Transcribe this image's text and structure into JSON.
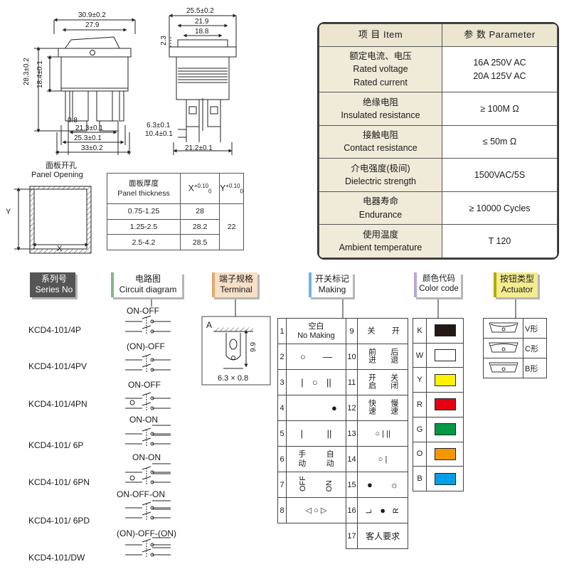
{
  "drawing": {
    "front": {
      "width_outer": "30.9±0.2",
      "width_inner": "27.9",
      "height_outer": "28.3±0.2",
      "height_inner": "18.4±0.1",
      "pin_width": "0.8",
      "pin_span_inner": "21.3±0.1",
      "pin_span_mid": "25.3±0.1",
      "pin_span_outer": "33±0.2"
    },
    "side": {
      "width_outer": "25.5±0.2",
      "width_mid": "21.9",
      "width_inner": "18.8",
      "step_height": "2.3",
      "terminal_width": "6.3±0.1",
      "terminal_span": "10.4±0.1",
      "base_width": "21.2±0.1"
    },
    "panel": {
      "title_cn": "面板开孔",
      "title_en": "Panel Opening",
      "x_label": "X",
      "y_label": "Y"
    }
  },
  "panel_table": {
    "head_cn": "面板厚度",
    "head_en": "Panel thickness",
    "x_head": "X",
    "x_tol": "+0.10",
    "x_tol0": "0",
    "y_head": "Y",
    "y_tol": "+0.10",
    "y_tol0": "0",
    "rows": [
      {
        "thickness": "0.75-1.25",
        "x": "28"
      },
      {
        "thickness": "1.25-2.5",
        "x": "28.2"
      },
      {
        "thickness": "2.5-4.2",
        "x": "28.5"
      }
    ],
    "y_value": "22"
  },
  "param_table": {
    "head_item": "项 目  Item",
    "head_param": "参 数  Parameter",
    "rows": [
      {
        "cn": "额定电流、电压",
        "en1": "Rated voltage",
        "en2": "Rated current",
        "v1": "16A   250V AC",
        "v2": "20A 125V AC"
      },
      {
        "cn": "绝缘电阻",
        "en1": "Insulated resistance",
        "v1": "≥ 100M Ω"
      },
      {
        "cn": "接触电阻",
        "en1": "Contact resistance",
        "v1": "≤ 50m Ω"
      },
      {
        "cn": "介电强度(极间)",
        "en1": "Dielectric strength",
        "v1": "1500VAC/5S"
      },
      {
        "cn": "电器寿命",
        "en1": "Endurance",
        "v1": "≥ 10000 Cycles"
      },
      {
        "cn": "使用温度",
        "en1": "Ambient temperature",
        "v1": "T 120"
      }
    ]
  },
  "categories": {
    "series": {
      "cn": "系列号",
      "en": "Series No",
      "color": "#555555"
    },
    "circuit": {
      "cn": "电路图",
      "en": "Circuit diagram",
      "color": "#7fb887"
    },
    "terminal": {
      "cn": "端子规格",
      "en": "Terminal",
      "color": "#e7a86e"
    },
    "making": {
      "cn": "开关标记",
      "en": "Making",
      "color": "#6fb2e8"
    },
    "color": {
      "cn": "颜色代码",
      "en": "Color code",
      "color": "#b9a6dd"
    },
    "actuator": {
      "cn": "按钮类型",
      "en": "Actuator",
      "color": "#f0e34a"
    }
  },
  "terminal": {
    "label": "A",
    "dim_h": "9.9",
    "size": "6.3 × 0.8"
  },
  "series_list": [
    {
      "model": "KCD4-101/4P",
      "circuit": "ON-OFF"
    },
    {
      "model": "KCD4-101/4PV",
      "circuit": "(ON)-OFF"
    },
    {
      "model": "KCD4-101/4PN",
      "circuit": "ON-OFF"
    },
    {
      "model": "KCD4-101/ 6P",
      "circuit": "ON-ON"
    },
    {
      "model": "KCD4-101/ 6PN",
      "circuit": "ON-ON"
    },
    {
      "model": "KCD4-101/ 6PD",
      "circuit": "ON-OFF-ON"
    },
    {
      "model": "KCD4-101/DW",
      "circuit": "(ON)-OFF-(ON)"
    }
  ],
  "making": {
    "blank_cn": "空白",
    "blank_en": "No Making",
    "rows": [
      {
        "n": "1",
        "nr": "9",
        "l_cn": "关",
        "r_cn": "开"
      },
      {
        "n": "2",
        "nr": "10",
        "a": "○",
        "b": "—",
        "l_cn": "前进",
        "r_cn": "后退"
      },
      {
        "n": "3",
        "nr": "11",
        "a": "|",
        "m": "○",
        "b": "||",
        "l_cn": "开启",
        "r_cn": "关闭"
      },
      {
        "n": "4",
        "nr": "12",
        "b": "●",
        "l_cn": "快速",
        "r_cn": "慢速"
      },
      {
        "n": "5",
        "nr": "13",
        "a": "|",
        "b": "||",
        "r": "○ | ||"
      },
      {
        "n": "6",
        "nr": "14",
        "a_cn": "手动",
        "b_cn": "自动",
        "r": "○    |"
      },
      {
        "n": "7",
        "nr": "15",
        "a": "OFF",
        "b": "ON",
        "ra": "●",
        "rb": "☼"
      },
      {
        "n": "8",
        "nr": "16",
        "a": "◁ ○ ▷",
        "ra": "L",
        "rm": "●",
        "rb": "R"
      },
      {
        "n": "17",
        "custom": "客人要求"
      }
    ]
  },
  "colors": [
    {
      "code": "K",
      "hex": "#231815"
    },
    {
      "code": "W",
      "hex": "#ffffff"
    },
    {
      "code": "Y",
      "hex": "#fff100"
    },
    {
      "code": "R",
      "hex": "#e60012"
    },
    {
      "code": "G",
      "hex": "#009944"
    },
    {
      "code": "O",
      "hex": "#f39800"
    },
    {
      "code": "B",
      "hex": "#00a0e9"
    }
  ],
  "actuators": [
    {
      "label": "V形"
    },
    {
      "label": "C形"
    },
    {
      "label": "B形"
    }
  ]
}
